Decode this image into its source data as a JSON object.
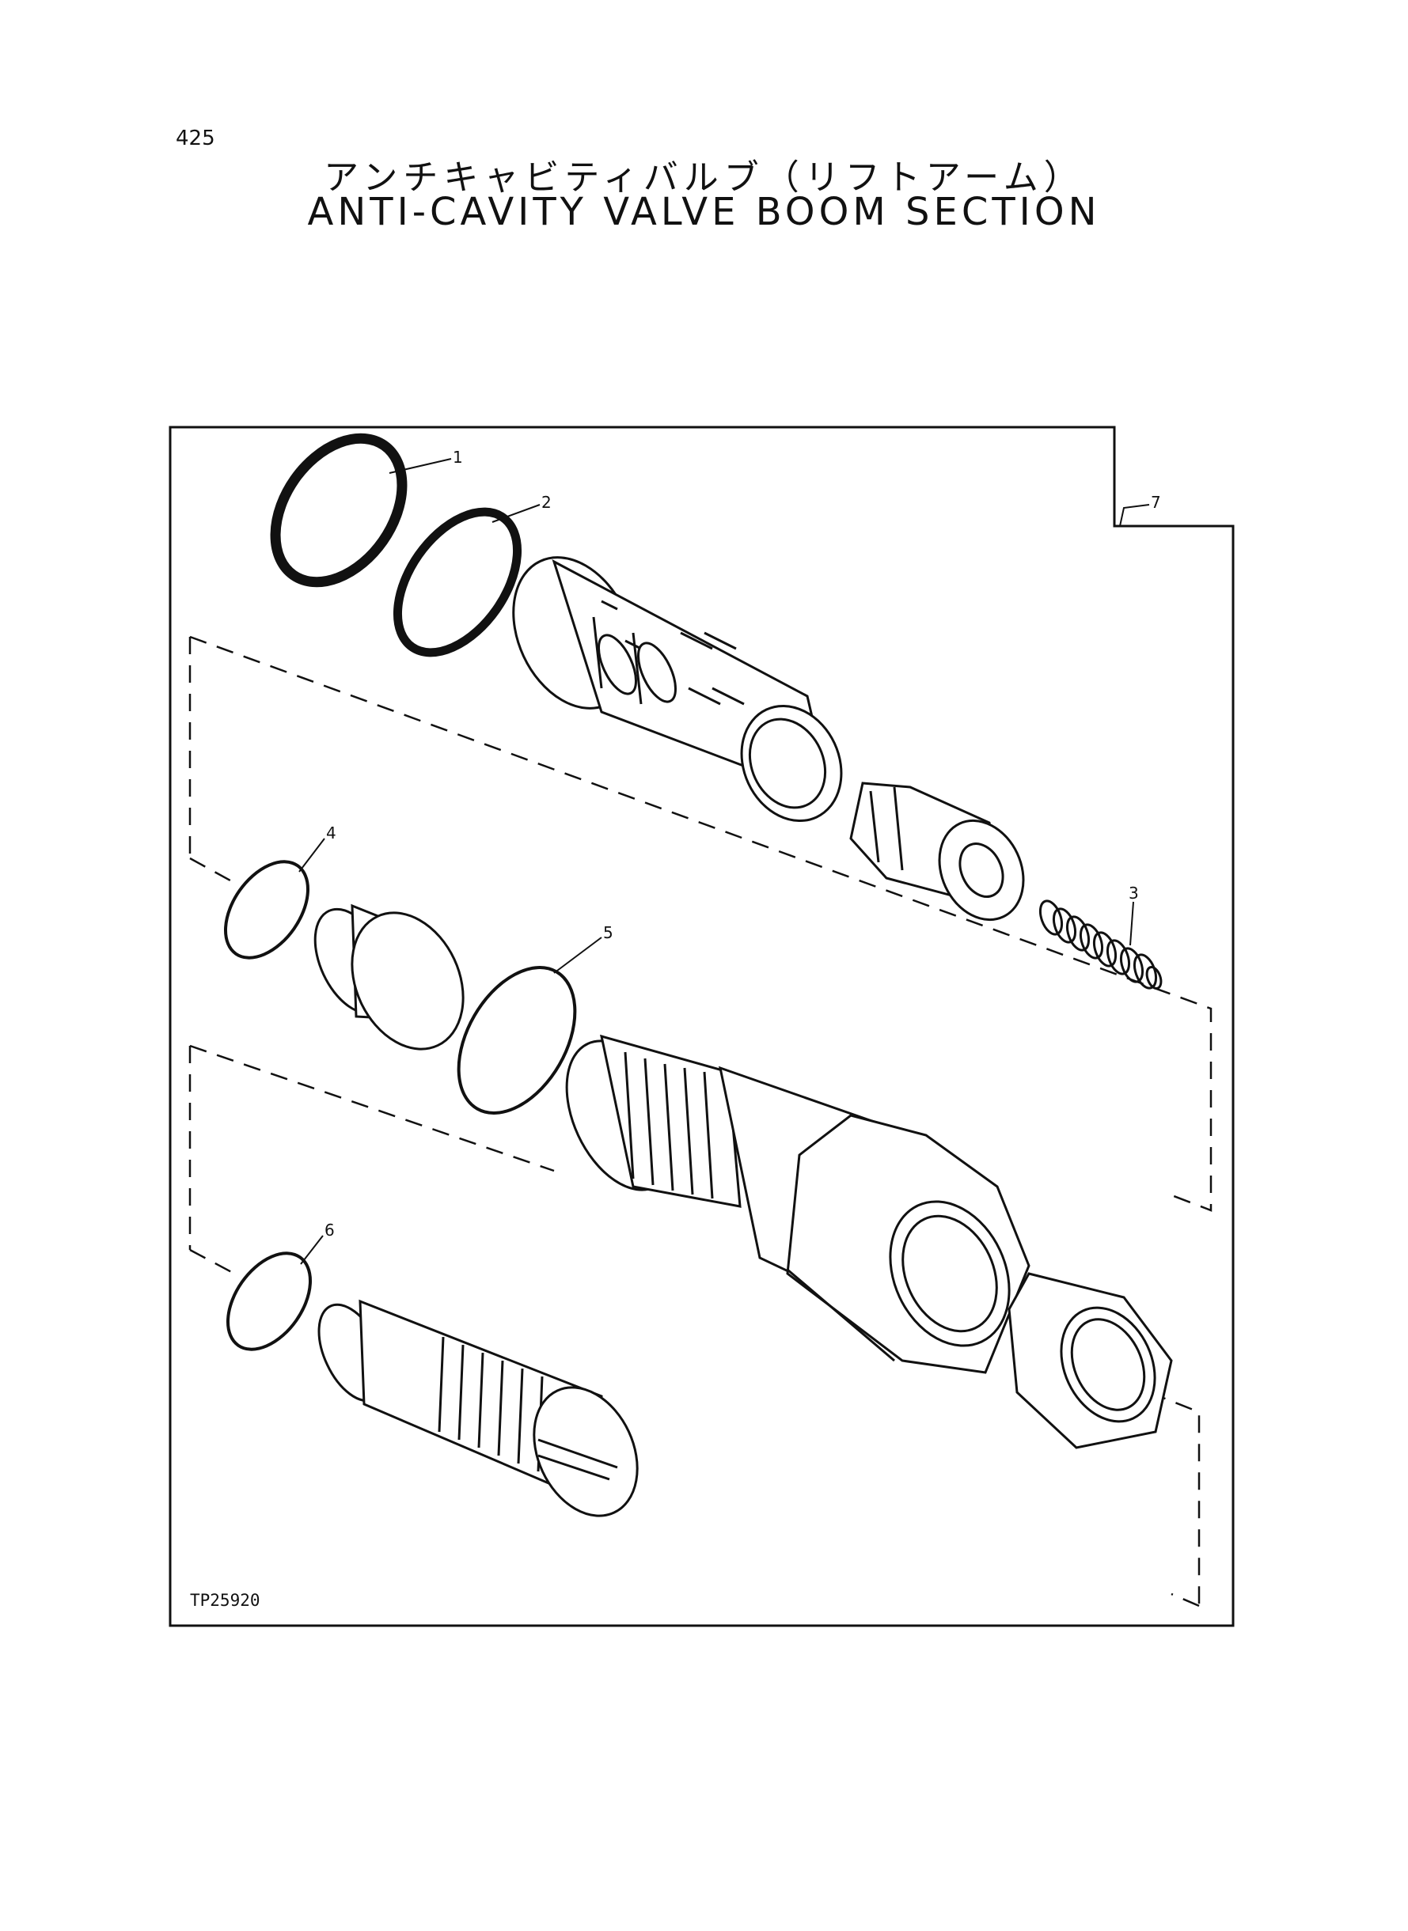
{
  "page": {
    "number": "425"
  },
  "title": {
    "japanese": "アンチキャビティバルブ（リフトアーム）",
    "english": "ANTI-CAVITY VALVE BOOM SECTION"
  },
  "diagram": {
    "reference_code": "TP25920",
    "callouts": [
      "1",
      "2",
      "3",
      "4",
      "5",
      "6",
      "7"
    ]
  },
  "colors": {
    "ink": "#111111",
    "paper": "#ffffff"
  }
}
